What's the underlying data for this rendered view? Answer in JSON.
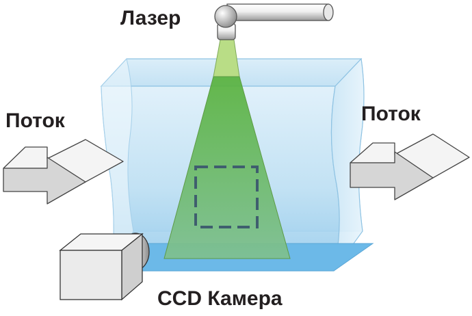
{
  "labels": {
    "laser": "Лазер",
    "flow_left": "Поток",
    "flow_right": "Поток",
    "camera": "CCD Камера"
  },
  "colors": {
    "water_light": "#dff0fb",
    "water_mid": "#a9d3ee",
    "water_floor": "#66b7e8",
    "beam_green": "#62b544",
    "beam_light": "#b7dc85",
    "arrow_gray": "#d8d8d8",
    "box_edge": "#2b2b2b",
    "text": "#231f20"
  },
  "icons": {
    "laser": "laser-pipe-icon",
    "camera": "camera-icon"
  }
}
